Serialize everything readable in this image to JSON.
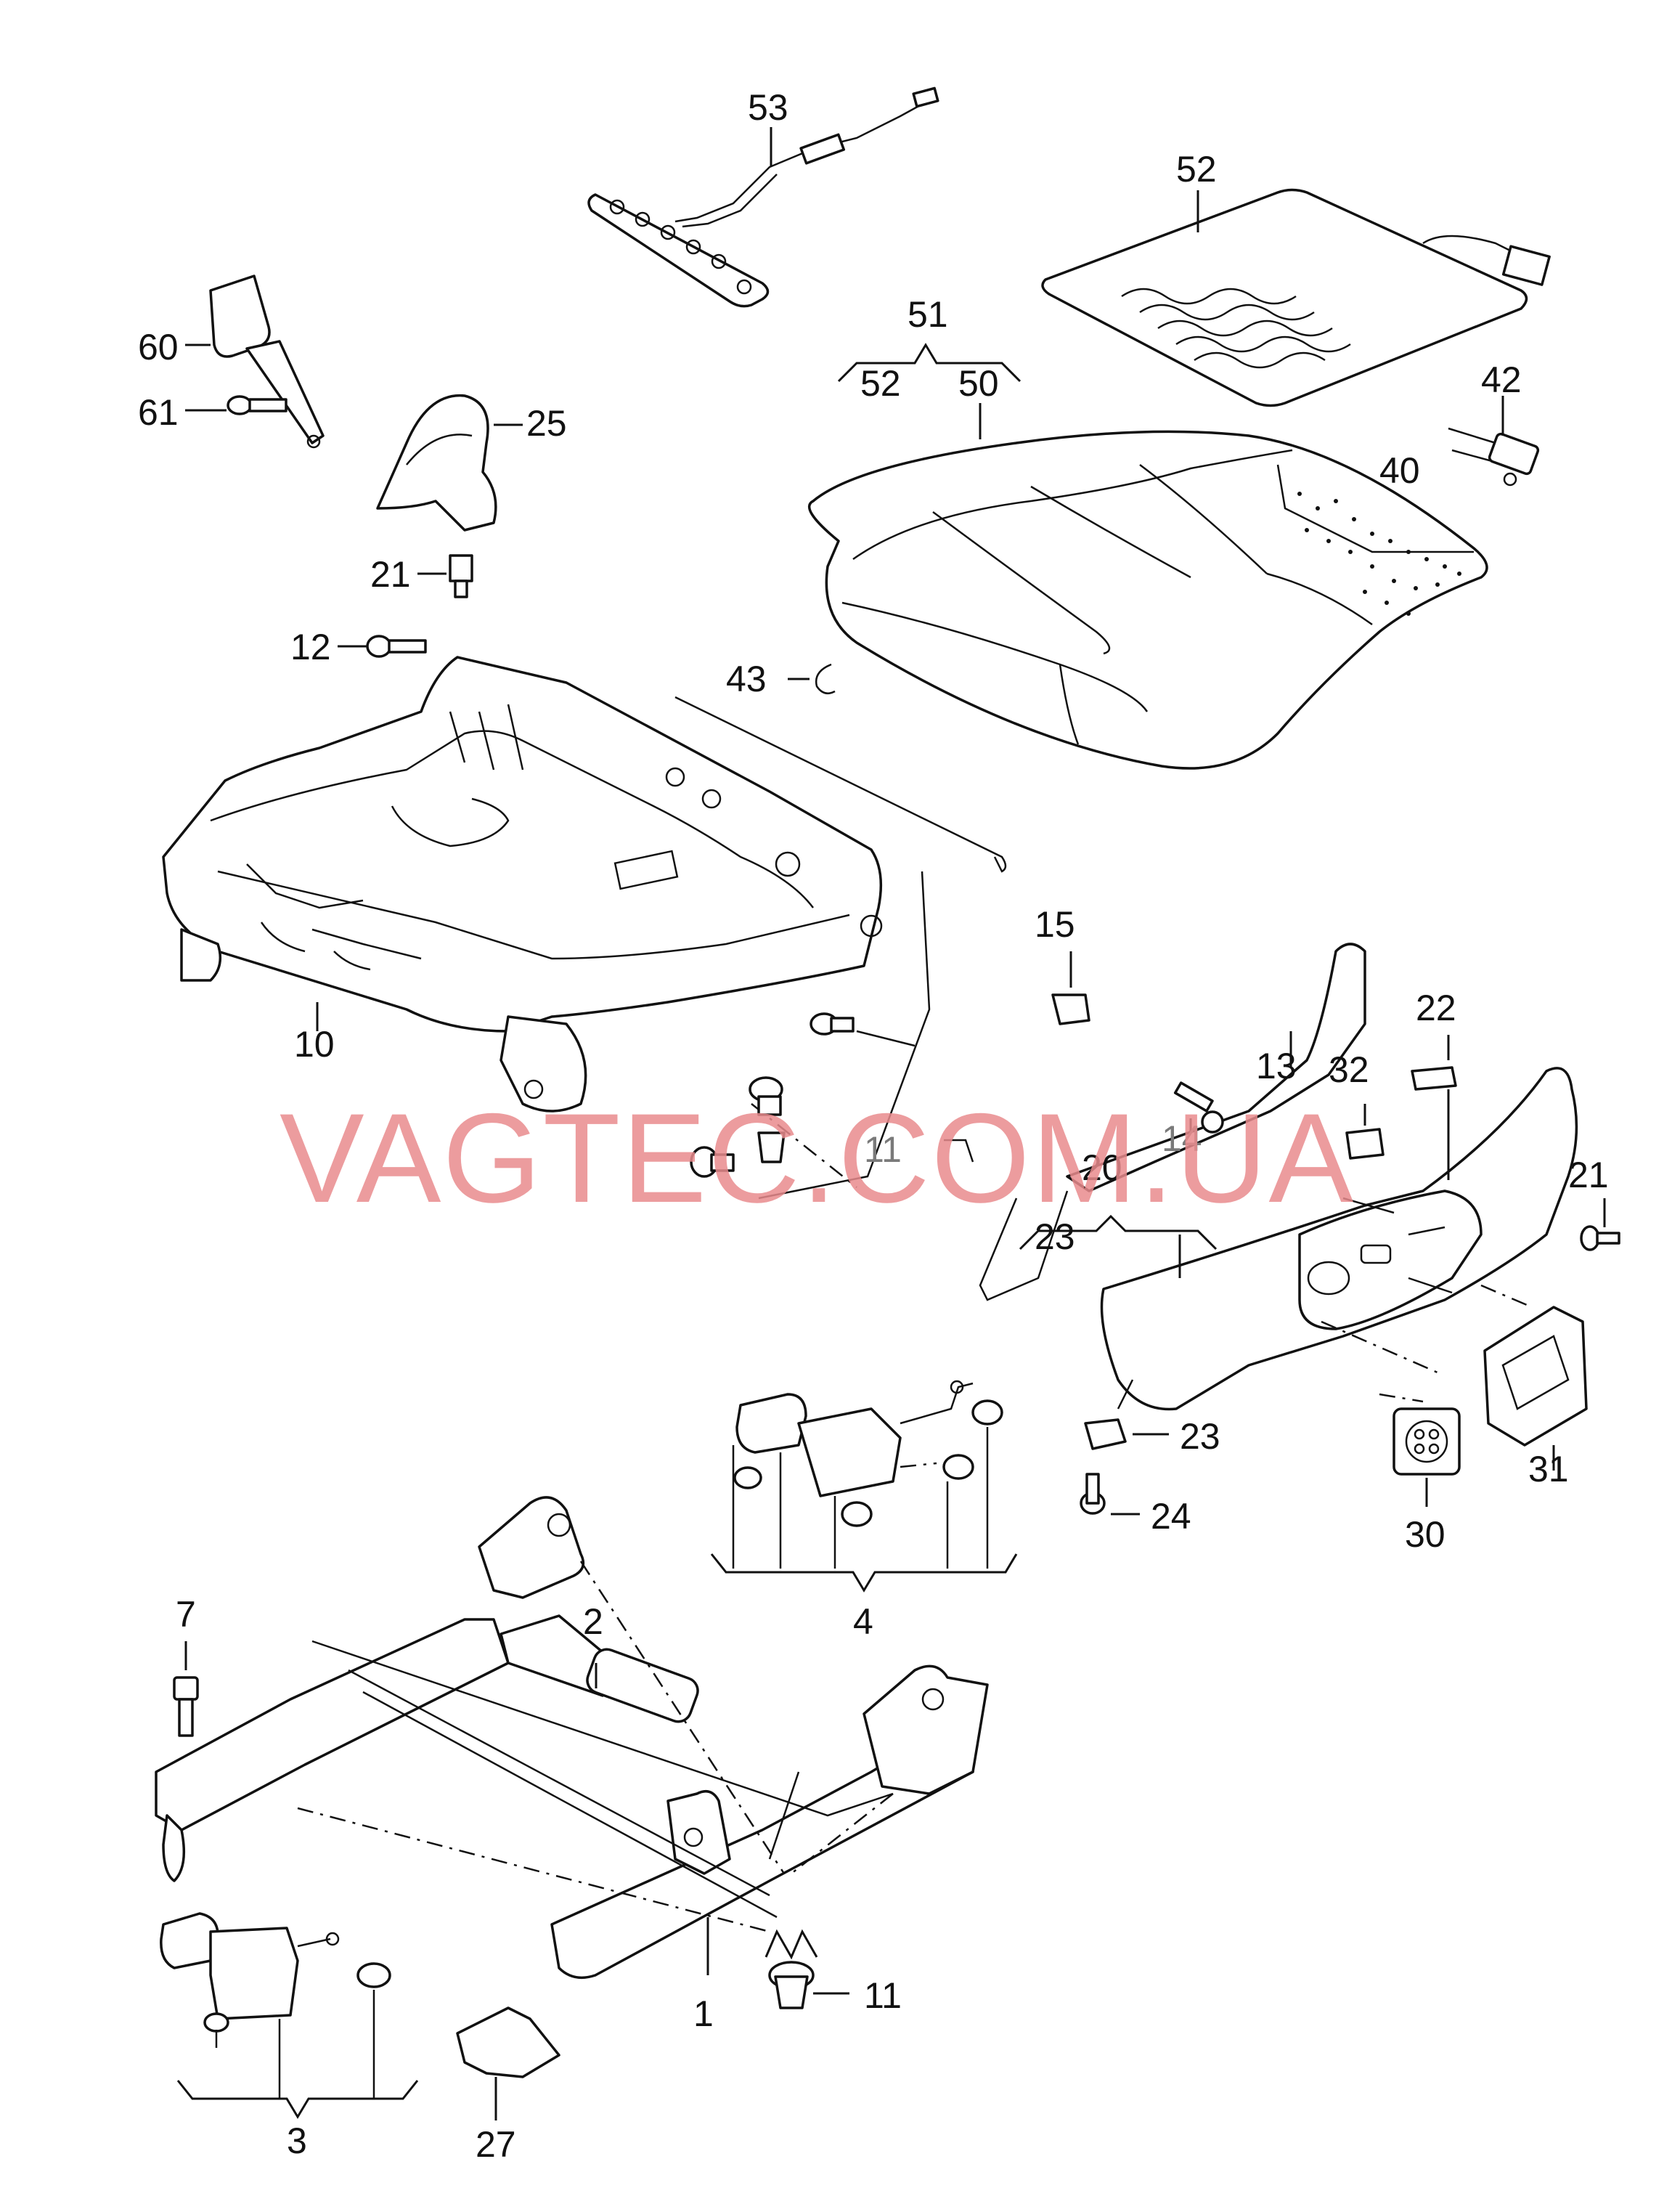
{
  "watermark": "VAGTEC.COM.UA",
  "labels": {
    "p1": "1",
    "p2": "2",
    "p3": "3",
    "p4": "4",
    "p7": "7",
    "p10": "10",
    "p11a": "11",
    "p11b": "11",
    "p12": "12",
    "p13": "13",
    "p14": "14",
    "p15": "15",
    "p20": "20",
    "p21a": "21",
    "p21b": "21",
    "p22": "22",
    "p23a": "23",
    "p23b": "23",
    "p24": "24",
    "p25": "25",
    "p27": "27",
    "p30": "30",
    "p31": "31",
    "p32": "32",
    "p40": "40",
    "p42": "42",
    "p43": "43",
    "p50": "50",
    "p51": "51",
    "p52a": "52",
    "p52b": "52",
    "p53": "53",
    "p60": "60",
    "p61": "61"
  },
  "colors": {
    "line": "#111111",
    "watermark": "#e98b8d",
    "background": "#ffffff"
  }
}
